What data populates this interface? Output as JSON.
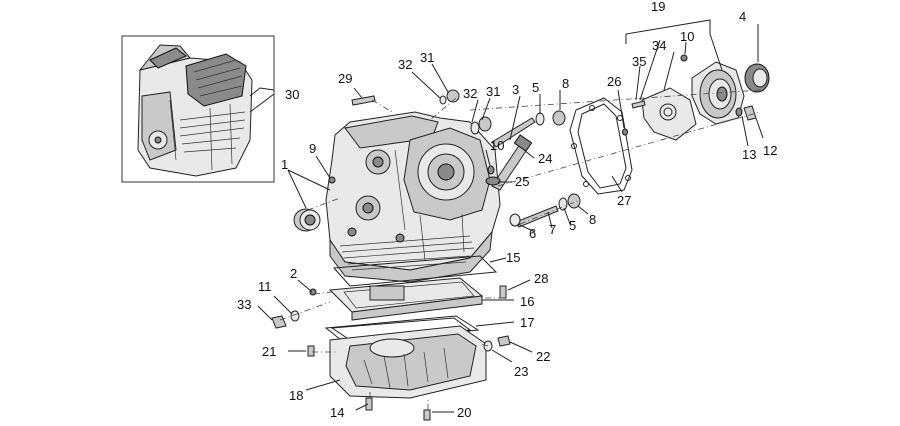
{
  "diagram": {
    "callouts": [
      "1",
      "2",
      "3",
      "4",
      "5",
      "5",
      "6",
      "7",
      "8",
      "8",
      "9",
      "10",
      "10",
      "11",
      "12",
      "13",
      "14",
      "15",
      "16",
      "17",
      "18",
      "19",
      "20",
      "21",
      "22",
      "23",
      "24",
      "25",
      "26",
      "27",
      "28",
      "29",
      "30",
      "31",
      "31",
      "32",
      "32",
      "33",
      "34",
      "35"
    ]
  }
}
